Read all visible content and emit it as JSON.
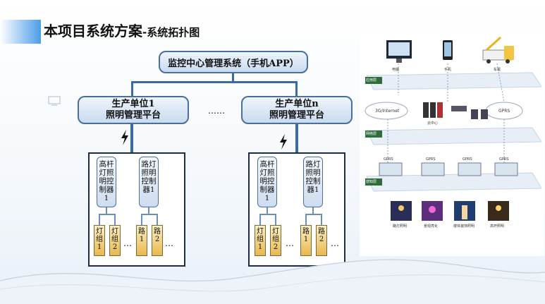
{
  "slide": {
    "title_main": "本项目系统方案",
    "title_sub": "-系统拓扑图"
  },
  "diagram": {
    "top_node": "监控中心管理系统（手机APP）",
    "units": [
      {
        "line1": "生产单位1",
        "line2": "照明管理平台"
      },
      {
        "line1": "生产单位n",
        "line2": "照明管理平台"
      }
    ],
    "units_ellipsis": "……",
    "controllers": [
      "高杆灯照明控制器1",
      "路灯照明控制器1"
    ],
    "lamps": [
      "灯组1",
      "灯组2",
      "路1",
      "路2"
    ],
    "lamp_ellipsis": "…"
  },
  "photo": {
    "layers": [
      "应用层",
      "网络层",
      "感知层"
    ],
    "devices": [
      "电脑",
      "手机",
      "车载"
    ],
    "net": {
      "cloud1": "3G/Internet",
      "cloud2": "GPRS",
      "center": "云中心"
    },
    "gprs": [
      "GPRS",
      "GPRS",
      "GPRS",
      "GPRS"
    ],
    "scenes": [
      "路灯照明",
      "景观亮化",
      "楼体装饰照明",
      "高杆照明"
    ]
  },
  "colors": {
    "accent": "#4d9de8",
    "node_border": "#4a6f9c",
    "lamp": "#e8b94e"
  }
}
